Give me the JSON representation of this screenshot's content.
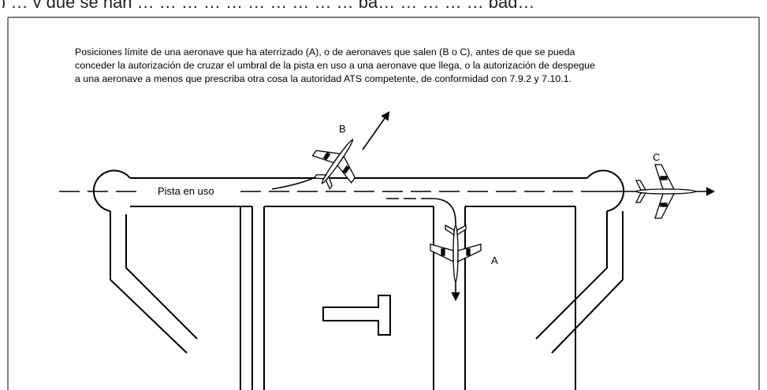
{
  "header_fragment": ") … y que se han … … … … … … … … … … pa… … … … … pag…",
  "caption_lines": [
    "Posiciones límite de una aeronave que ha aterrizado (A), o de aeronaves que salen (B o C), antes de que se pueda",
    "conceder la autorización de cruzar el umbral de la pista en uso a una aeronave que llega, o la autorización de despegue",
    "a una aeronave a menos que prescriba otra cosa la autoridad ATS competente, de conformidad con 7.9.2 y 7.10.1."
  ],
  "runway_label": "Pista en uso",
  "aircraft_labels": {
    "a": "A",
    "b": "B",
    "c": "C"
  },
  "colors": {
    "line": "#000000",
    "background": "#ffffff",
    "frame": "#555555"
  },
  "icons": [
    "airplane-icon",
    "arrow-icon",
    "landing-tee-icon"
  ]
}
